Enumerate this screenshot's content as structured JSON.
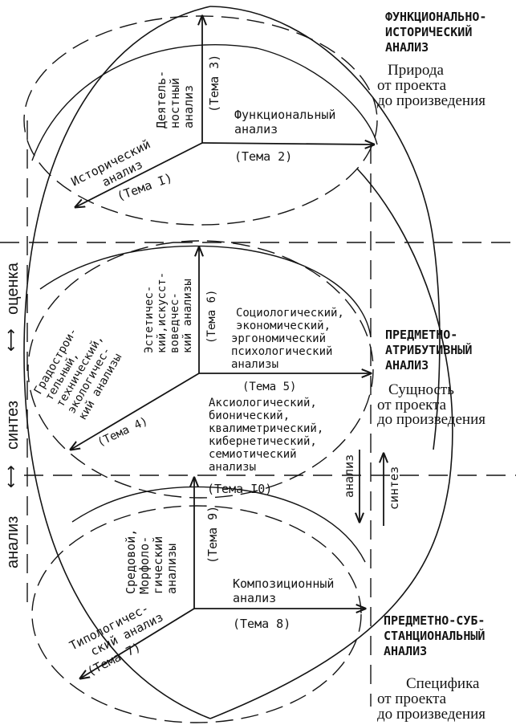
{
  "sections": {
    "top": {
      "header_lines": [
        "ФУНКЦИОНАЛЬНО-",
        "ИСТОРИЧЕСКИЙ",
        "АНАЛИЗ"
      ],
      "desc_lines": [
        "Природа",
        "от проекта",
        "до произведения"
      ],
      "rays": {
        "vertical": [
          "Деятель-",
          "ностный",
          "анализ"
        ],
        "vertical_theme": "(Тема 3)",
        "right": [
          "Функциональный",
          "анализ"
        ],
        "right_theme": "(Тема 2)",
        "left": [
          "Исторический",
          "анализ"
        ],
        "left_theme": "(Тема I)"
      }
    },
    "middle": {
      "header_lines": [
        "ПРЕДМЕТНО-",
        "АТРИБУТИВНЫЙ",
        "АНАЛИЗ"
      ],
      "desc_lines": [
        "Сущность",
        "от проекта",
        "до произведения"
      ],
      "rays": {
        "vertical": [
          "Эстетичес-",
          "кий,искусст-",
          "воведчес-",
          "кий анализы"
        ],
        "vertical_theme": "(Тема 6)",
        "right": [
          "Социологический,",
          "экономический,",
          "эргономический",
          "психологический",
          "анализы"
        ],
        "right_theme": "(Тема 5)",
        "right_below": [
          "Аксиологический,",
          "бионический,",
          "квалиметрический,",
          "кибернетический,",
          "семиотический",
          "анализы"
        ],
        "left": [
          "Градострои-",
          "тельный,",
          "технический,",
          "экологичес-",
          "кий анализы"
        ],
        "left_theme": "(Тема 4)"
      }
    },
    "bottom": {
      "header_lines": [
        "ПРЕДМЕТНО-СУБ-",
        "СТАНЦИОНАЛЬНЫЙ",
        "АНАЛИЗ"
      ],
      "desc_lines": [
        "Специфика",
        "от проекта",
        "до произведения"
      ],
      "rays": {
        "top_theme": "(Тема I0)",
        "vertical": [
          "Средовой,",
          "Морфоло-",
          "гический",
          "анализы"
        ],
        "vertical_theme": "(Тема 9)",
        "right": [
          "Композиционный",
          "анализ"
        ],
        "right_theme": "(Тема 8)",
        "left": [
          "Типологичес-",
          "ский анализ"
        ],
        "left_theme": "(Тема 7)"
      }
    }
  },
  "side_axis": {
    "words": [
      "оценка",
      "синтез",
      "анализ"
    ],
    "arrow_glyph": "⟷"
  },
  "cycle_labels": {
    "analysis": "анализ",
    "synthesis": "синтез"
  }
}
